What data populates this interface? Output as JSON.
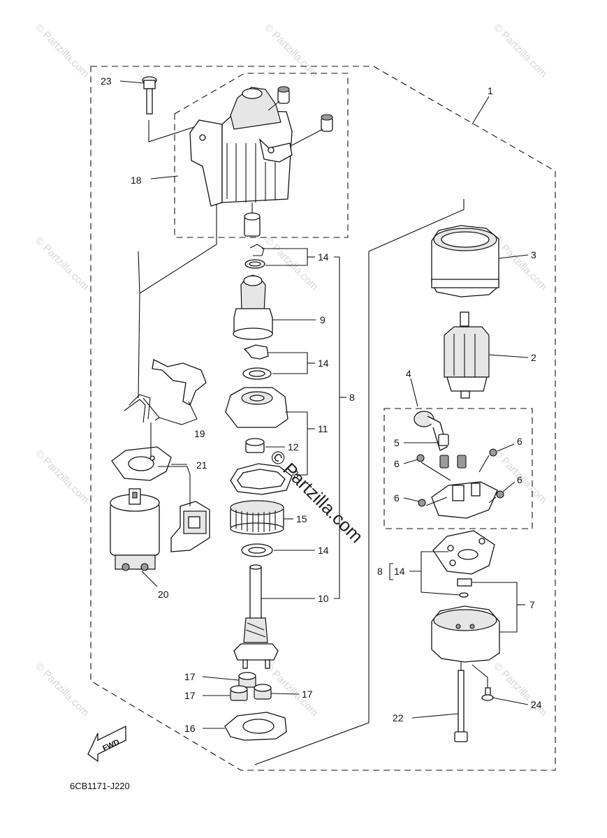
{
  "diagram": {
    "drawing_code": "6CB1171-J220",
    "fwd_label": "FWD",
    "watermark": "© Partzilla.com",
    "center_watermark": "© Partzilla.com",
    "callouts": {
      "c1": "1",
      "c2": "2",
      "c3": "3",
      "c3b": "3",
      "c4": "4",
      "c5": "5",
      "c6a": "6",
      "c6b": "6",
      "c6c": "6",
      "c6d": "6",
      "c7": "7",
      "c8": "8",
      "c8b": "8",
      "c9": "9",
      "c10": "10",
      "c11": "11",
      "c12": "12",
      "c14a": "14",
      "c14b": "14",
      "c14c": "14",
      "c14d": "14",
      "c15": "15",
      "c16": "16",
      "c17a": "17",
      "c17b": "17",
      "c17c": "17",
      "c18": "18",
      "c19": "19",
      "c20": "20",
      "c21": "21",
      "c22": "22",
      "c23": "23",
      "c24": "24"
    }
  }
}
